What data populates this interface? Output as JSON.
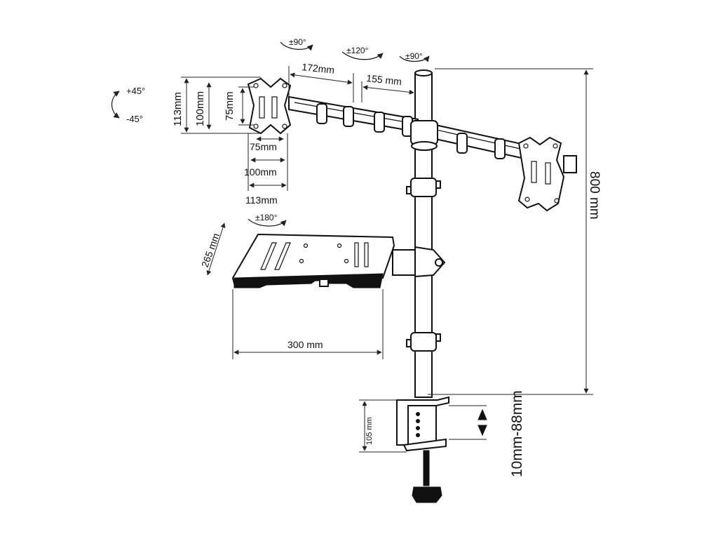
{
  "labels": {
    "tilt_plus": "+45°",
    "tilt_minus": "-45°",
    "swivel_left": "±90°",
    "swivel_mid": "±120°",
    "swivel_right": "±90°",
    "arm_172": "172mm",
    "arm_155": "155 mm",
    "vesa_h_113": "113mm",
    "vesa_h_100": "100mm",
    "vesa_h_75": "75mm",
    "vesa_w_75": "75mm",
    "vesa_w_100": "100mm",
    "vesa_w_113": "113mm",
    "tray_rot": "±180°",
    "tray_depth": "265 mm",
    "tray_width": "300 mm",
    "height_total": "800 mm",
    "clamp_height": "105 mm",
    "desk_range": "10mm-88mm"
  }
}
